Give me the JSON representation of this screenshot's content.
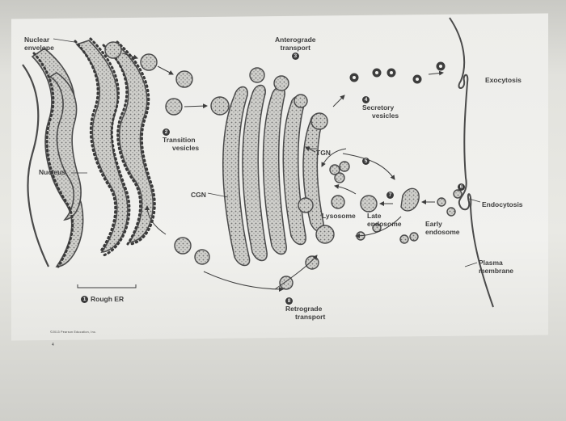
{
  "labels": {
    "nuclear_envelope": [
      "Nuclear",
      "envelope"
    ],
    "nucleus": "Nucleus",
    "rough_er": {
      "num": "1",
      "text": "Rough ER"
    },
    "transition_vesicles": {
      "num": "2",
      "line1": "Transition",
      "line2": "vesicles"
    },
    "anterograde_transport": {
      "line1": "Anterograde",
      "line2": "transport",
      "num": "3"
    },
    "cgn": "CGN",
    "tgn": "TGN",
    "secretory_vesicles": {
      "num": "4",
      "line1": "Secretory",
      "line2": "vesicles"
    },
    "exocytosis": "Exocytosis",
    "endocytosis": "Endocytosis",
    "endocytosis_num": "6",
    "early_endosome": [
      "Early",
      "endosome"
    ],
    "late_endosome": [
      "Late",
      "endosome"
    ],
    "lysosome": "Lysosome",
    "lysosome_num": "7",
    "tgn_num": "5",
    "plasma_membrane": [
      "Plasma",
      "membrane"
    ],
    "retrograde_transport": {
      "num": "8",
      "line1": "Retrograde",
      "line2": "transport"
    },
    "copyright": "©2013 Pearson Education, Inc.",
    "page_mark": "4"
  },
  "colors": {
    "ink": "#3d3d3d",
    "organelle_fill": "#c8c8c4",
    "stipple": "#7a7a7a",
    "ribosome": "#404040"
  }
}
